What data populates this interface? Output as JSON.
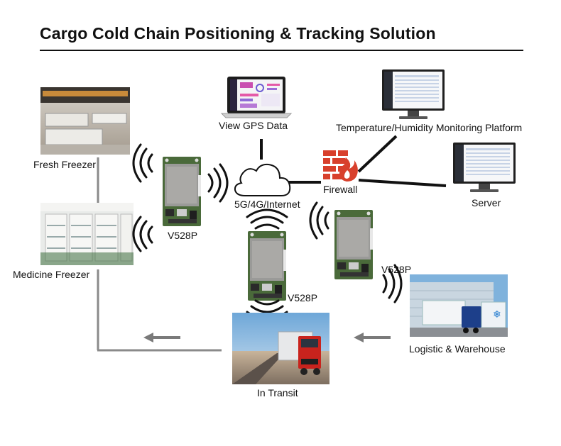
{
  "title": "Cargo Cold Chain Positioning & Tracking Solution",
  "nodes": {
    "fresh_freezer": "Fresh Freezer",
    "medicine_freezer": "Medicine Freezer",
    "view_gps": "View GPS Data",
    "monitoring_platform": "Temperature/Humidity Monitoring Platform",
    "firewall": "Firewall",
    "server": "Server",
    "network": "5G/4G/Internet",
    "logistic": "Logistic & Warehouse",
    "in_transit": "In Transit"
  },
  "devices": {
    "device_1": "V528P",
    "device_2": "V528P",
    "device_3": "V528P"
  },
  "colors": {
    "flow_line": "#8a8a8a",
    "link_line": "#111111",
    "firewall": "#d8402c",
    "pcb_green": "#4a6a3a",
    "module_grey": "#9a9a98"
  },
  "icons": [
    "cloud-icon",
    "firewall-icon",
    "laptop-icon",
    "monitor-icon",
    "wifi-signal-icon",
    "arrow-left-icon"
  ]
}
